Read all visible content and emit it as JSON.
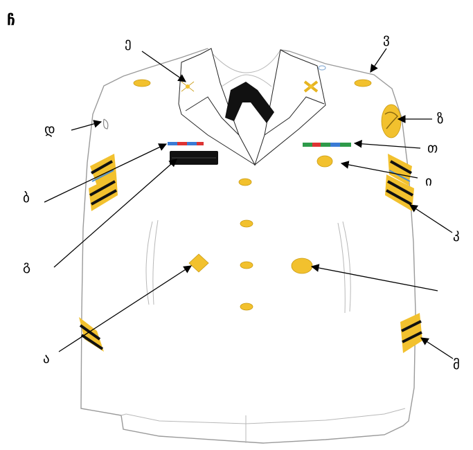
{
  "corner_label": "ჩ",
  "callouts": [
    {
      "id": "e",
      "text": "ე"
    },
    {
      "id": "v",
      "text": "ვ"
    },
    {
      "id": "d",
      "text": "დ"
    },
    {
      "id": "z",
      "text": "ზ"
    },
    {
      "id": "t",
      "text": "თ"
    },
    {
      "id": "b1",
      "text": "ბ"
    },
    {
      "id": "i",
      "text": "ი"
    },
    {
      "id": "k",
      "text": "კ"
    },
    {
      "id": "g",
      "text": "გ"
    },
    {
      "id": "a",
      "text": "ა"
    },
    {
      "id": "m",
      "text": "მ"
    }
  ],
  "colors": {
    "gold": "#f2c12e",
    "black": "#111111",
    "outline": "#9a9a9a"
  }
}
